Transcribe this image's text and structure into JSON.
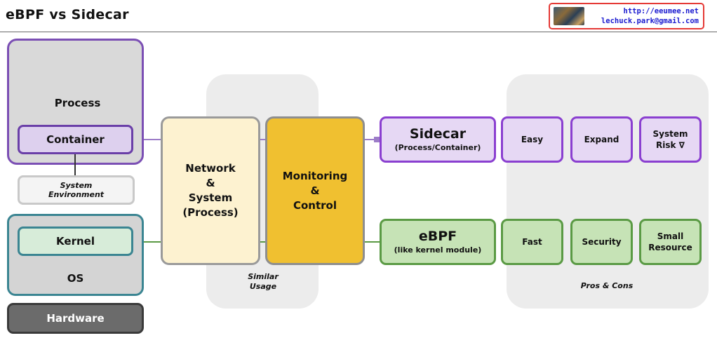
{
  "header": {
    "title": "eBPF vs Sidecar",
    "author_url": "http://eeumee.net",
    "author_email": "lechuck.park@gmail.com"
  },
  "left_stack": {
    "process": "Process",
    "container": "Container",
    "system_environment": "System\nEnvironment",
    "kernel": "Kernel",
    "os": "OS",
    "hardware": "Hardware"
  },
  "center": {
    "network": "Network\n&\nSystem\n(Process)",
    "monitoring": "Monitoring\n&\nControl",
    "similar_usage_caption": "Similar\nUsage"
  },
  "sidecar": {
    "title": "Sidecar",
    "subtitle": "(Process/Container)",
    "pros_cons": [
      "Easy",
      "Expand",
      "System\nRisk ∇"
    ]
  },
  "ebpf": {
    "title": "eBPF",
    "subtitle": "(like kernel module)",
    "pros_cons": [
      "Fast",
      "Security",
      "Small\nResource"
    ]
  },
  "pros_cons_caption": "Pros & Cons",
  "colors": {
    "purple": "#8a3fd0",
    "green": "#5a9a44",
    "teal": "#3b8592",
    "gold": "#f0c030",
    "badge_border": "#e53935",
    "link_blue": "#1a1ad0"
  }
}
